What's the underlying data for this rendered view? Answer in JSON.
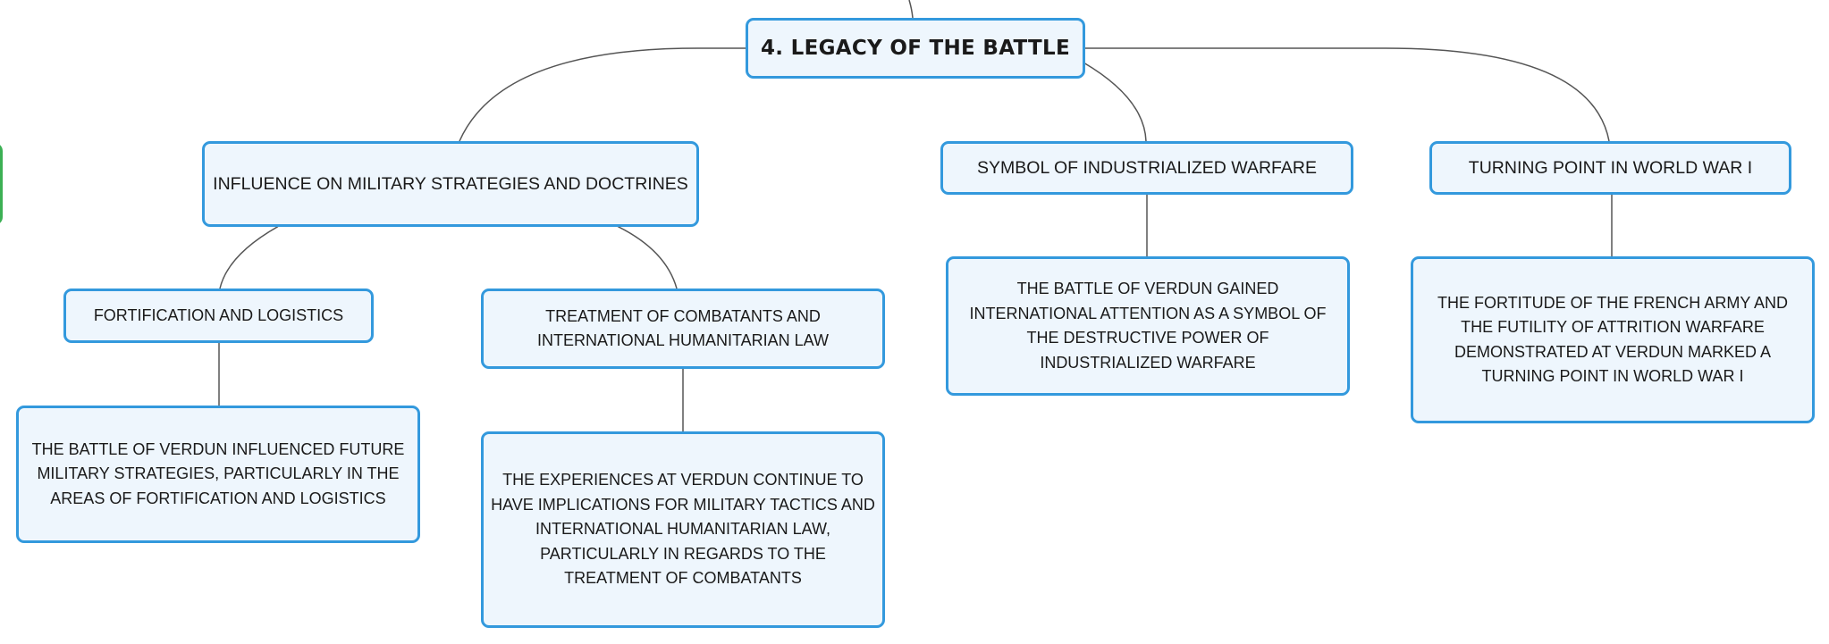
{
  "mindmap": {
    "root": {
      "label": "4. LEGACY OF THE BATTLE"
    },
    "branches": [
      {
        "label": "INFLUENCE ON MILITARY STRATEGIES AND DOCTRINES",
        "children": [
          {
            "label": "FORTIFICATION AND LOGISTICS",
            "detail": "THE BATTLE OF VERDUN INFLUENCED FUTURE MILITARY STRATEGIES, PARTICULARLY IN THE AREAS OF FORTIFICATION AND LOGISTICS"
          },
          {
            "label": "TREATMENT OF COMBATANTS AND INTERNATIONAL HUMANITARIAN LAW",
            "detail": "THE EXPERIENCES AT VERDUN CONTINUE TO HAVE IMPLICATIONS FOR MILITARY TACTICS AND INTERNATIONAL HUMANITARIAN LAW, PARTICULARLY IN REGARDS TO THE TREATMENT OF COMBATANTS"
          }
        ]
      },
      {
        "label": "SYMBOL OF INDUSTRIALIZED WARFARE",
        "detail": "THE BATTLE OF VERDUN GAINED INTERNATIONAL ATTENTION AS A SYMBOL OF THE DESTRUCTIVE POWER OF INDUSTRIALIZED WARFARE"
      },
      {
        "label": "TURNING POINT IN WORLD WAR I",
        "detail": "THE FORTITUDE OF THE FRENCH ARMY AND THE FUTILITY OF ATTRITION WARFARE DEMONSTRATED AT VERDUN MARKED A TURNING POINT IN WORLD WAR I"
      }
    ]
  },
  "colors": {
    "node_border": "#3399dd",
    "node_fill": "#eef6fd",
    "connector": "#555555",
    "side_node_border": "#3cb054"
  }
}
